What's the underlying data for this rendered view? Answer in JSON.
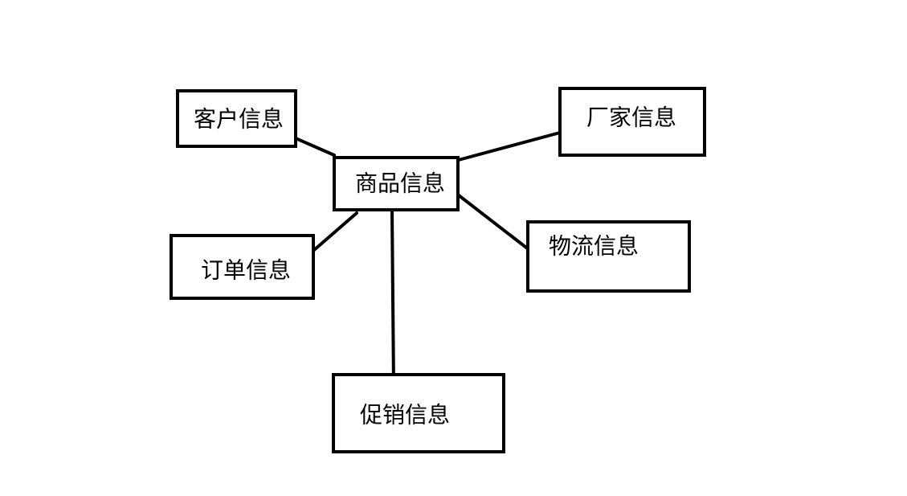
{
  "diagram": {
    "colors": {
      "background": "#ffffff",
      "stroke": "#000000",
      "text": "#000000"
    },
    "nodes": {
      "center": {
        "label": "商品信息"
      },
      "customer": {
        "label": "客户信息"
      },
      "manufacturer": {
        "label": "厂家信息"
      },
      "order": {
        "label": "订单信息"
      },
      "logistics": {
        "label": "物流信息"
      },
      "promotion": {
        "label": "促销信息"
      }
    }
  }
}
